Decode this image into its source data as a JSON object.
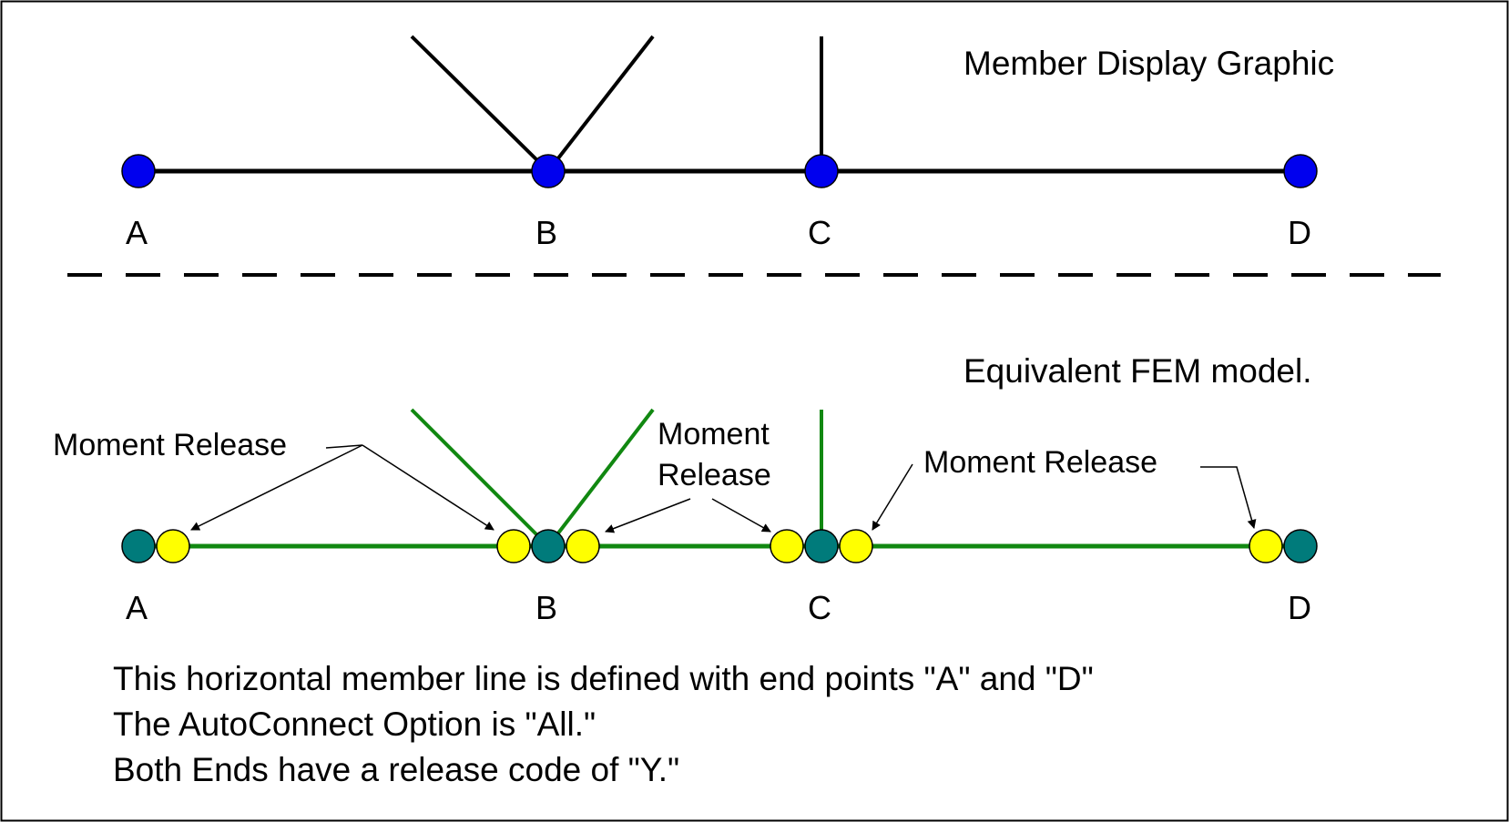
{
  "top": {
    "title": "Member Display Graphic",
    "points": [
      "A",
      "B",
      "C",
      "D"
    ]
  },
  "bottom": {
    "title": "Equivalent FEM model.",
    "points": [
      "A",
      "B",
      "C",
      "D"
    ],
    "annotations": {
      "left": "Moment Release",
      "middle_line1": "Moment",
      "middle_line2": "Release",
      "right": "Moment Release"
    }
  },
  "notes": [
    "This horizontal member line is defined with end points \"A\" and \"D\"",
    "The AutoConnect Option is \"All.\"",
    "Both Ends have a release code of \"Y.\""
  ],
  "colors": {
    "node_top": "#0000ee",
    "node_fem": "#007b7b",
    "release": "#ffff00",
    "member_fem": "#118811",
    "member_top": "#000000"
  }
}
